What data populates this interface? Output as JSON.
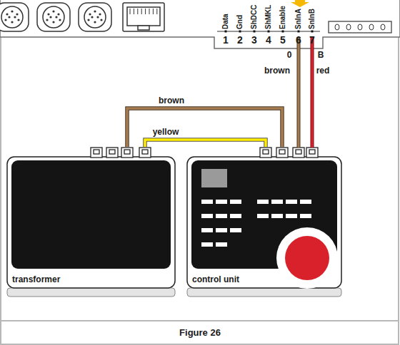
{
  "diagram": {
    "caption": "Figure 26",
    "nodes": [
      {
        "text": [
          "transformer"
        ]
      },
      {
        "text": [
          "control unit"
        ]
      }
    ],
    "edges": [
      {
        "from": 0,
        "to": 1,
        "arrow": "none",
        "label": "brown"
      },
      {
        "from": 0,
        "to": 1,
        "arrow": "none",
        "label": "yellow"
      }
    ],
    "labels": [
      "Data",
      "Gnd",
      "ShDCC",
      "ShMKL",
      "Enable",
      "SnInA",
      "SnInB",
      "1",
      "2",
      "3",
      "4",
      "5",
      "6",
      "7",
      "0",
      "B",
      "brown",
      "red"
    ]
  }
}
